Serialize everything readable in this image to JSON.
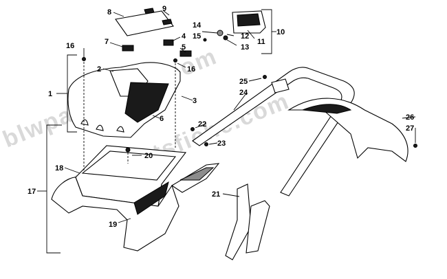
{
  "watermark": "blwpartsfiche.com",
  "callouts": {
    "c1": "1",
    "c2": "2",
    "c3": "3",
    "c4": "4",
    "c5": "5",
    "c6": "6",
    "c7": "7",
    "c8": "8",
    "c9": "9",
    "c10": "10",
    "c11": "11",
    "c12": "12",
    "c13": "13",
    "c14": "14",
    "c15": "15",
    "c16a": "16",
    "c16b": "16",
    "c17": "17",
    "c18": "18",
    "c19": "19",
    "c20": "20",
    "c21": "21",
    "c22": "22",
    "c23": "23",
    "c24": "24",
    "c25": "25",
    "c26": "26",
    "c27": "27"
  },
  "colors": {
    "line": "#000000",
    "dark_fill": "#1a1a1a",
    "mid_fill": "#8c8c8c",
    "watermark": "#d9d9d9"
  }
}
